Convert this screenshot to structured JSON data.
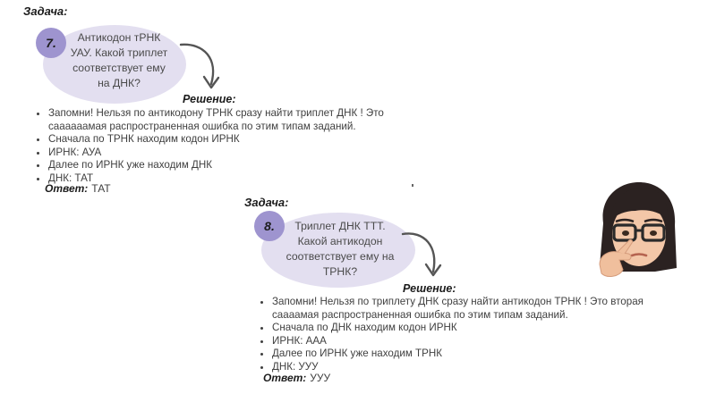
{
  "tasks": [
    {
      "heading": "Задача:",
      "number": "7.",
      "question_lines": [
        "Антикодон тРНК",
        "УАУ. Какой триплет",
        "соответствует ему",
        "на ДНК?"
      ],
      "solution_heading": "Решение:",
      "steps": [
        "Запомни! Нельзя по антикодону ТРНК сразу найти триплет ДНК ! Это саааааамая распространенная ошибка по этим типам заданий.",
        "Сначала по ТРНК находим кодон ИРНК",
        "ИРНК: АУА",
        "Далее по ИРНК уже находим ДНК",
        "ДНК: ТАТ"
      ],
      "answer_label": "Ответ:",
      "answer_value": "ТАТ"
    },
    {
      "heading": "Задача:",
      "number": "8.",
      "question_lines": [
        "Триплет ДНК ТТТ.",
        "Какой антикодон",
        "соответствует ему на",
        "ТРНК?"
      ],
      "solution_heading": "Решение:",
      "steps": [
        "Запомни! Нельзя по триплету ДНК сразу найти антикодон ТРНК ! Это вторая саааамая распространенная ошибка по этим типам заданий.",
        "Сначала по ДНК находим кодон ИРНК",
        "ИРНК: ААА",
        "Далее по ИРНК уже находим ТРНК",
        "ДНК: УУУ"
      ],
      "answer_label": "Ответ:",
      "answer_value": "УУУ"
    }
  ],
  "colors": {
    "blob": "#e3dff0",
    "number_circle": "#9e94cf",
    "heading_text": "#1c1c1c",
    "body_text": "#3f3f3f",
    "arrow": "#555555"
  },
  "icons": {
    "avatar": "thinking-girl-memoji",
    "arrow": "curved-arrow-down-icon"
  }
}
